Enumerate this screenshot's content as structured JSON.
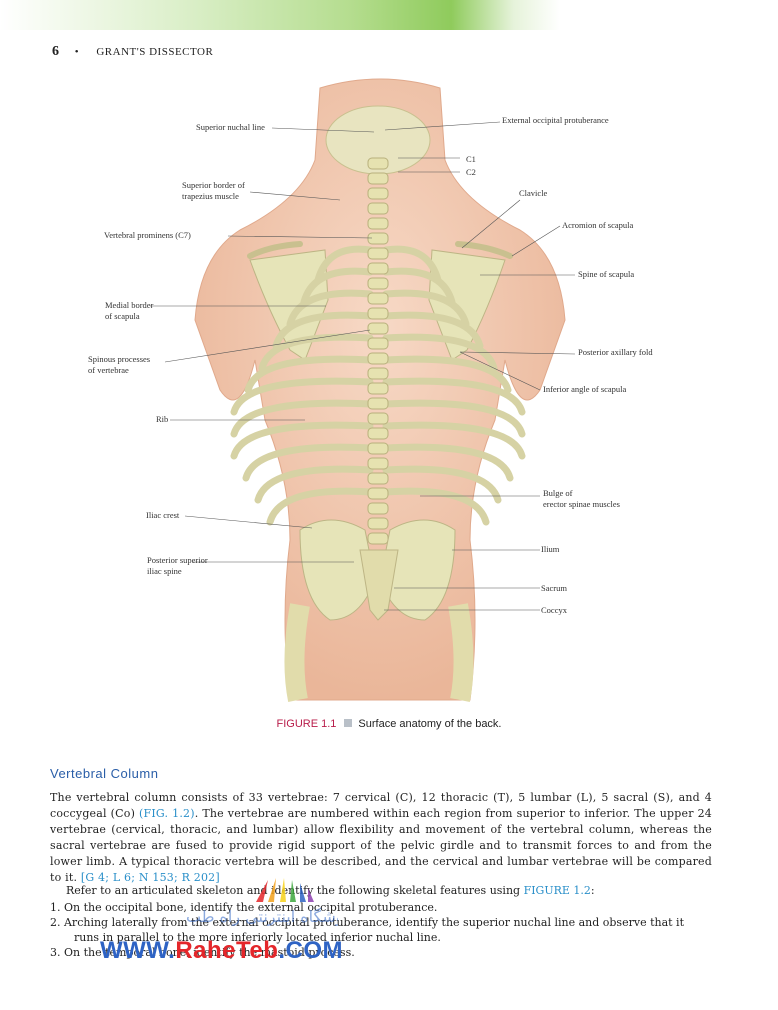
{
  "header": {
    "page_number": "6",
    "separator": "•",
    "running_title": "GRANT'S DISSECTOR"
  },
  "figure": {
    "labels": {
      "superior_nuchal_line": "Superior nuchal line",
      "external_occipital_protuberance": "External occipital protuberance",
      "c1": "C1",
      "c2": "C2",
      "superior_border_trapezius": "Superior border of\ntrapezius muscle",
      "clavicle": "Clavicle",
      "acromion": "Acromion of scapula",
      "vertebral_prominens": "Vertebral prominens (C7)",
      "spine_of_scapula": "Spine of scapula",
      "medial_border_scapula": "Medial border\nof scapula",
      "posterior_axillary_fold": "Posterior axillary fold",
      "spinous_processes": "Spinous processes\nof vertebrae",
      "inferior_angle_scapula": "Inferior angle of scapula",
      "rib": "Rib",
      "erector_spinae_bulge": "Bulge of\nerector spinae muscles",
      "iliac_crest": "Iliac crest",
      "ilium": "Ilium",
      "psis": "Posterior superior\niliac spine",
      "sacrum": "Sacrum",
      "coccyx": "Coccyx"
    },
    "caption": {
      "id": "FIGURE 1.1",
      "text": "Surface anatomy of the back."
    }
  },
  "section": {
    "heading": "Vertebral Column",
    "paragraph": {
      "p1": "The vertebral column consists of 33 vertebrae: 7 cervical (C), 12 thoracic (T), 5 lumbar (L), 5 sacral (S), and 4 coccygeal (Co) ",
      "ref1": "(FIG. 1.2)",
      "p2": ". The vertebrae are numbered within each region from superior to inferior. The upper 24 vertebrae (cervical, thoracic, and lumbar) allow flexibility and movement of the vertebral column, whereas the sacral vertebrae are fused to provide rigid support of the pelvic girdle and to transmit forces to and from the lower limb. A typical thoracic vertebra will be described, and the cervical and lumbar vertebrae will be compared to it. ",
      "ref2": "[G 4; L 6; N 153; R 202]"
    },
    "refer_text": "Refer to an articulated skeleton and identify the following skeletal features using ",
    "refer_ref": "FIGURE 1.2",
    "refer_end": ":",
    "steps": [
      "1.  On the occipital bone, identify the external occipital protuberance.",
      "2.  Arching laterally from the external occipital protuberance, identify the superior nuchal line and observe that it runs in parallel to the more inferiorly located inferior nuchal line.",
      "3.  On the temporal bone, identify the mastoid process."
    ]
  },
  "watermark": {
    "url_prefix": "WWW.",
    "url_brand": "RaheTeb",
    "url_suffix": ".COM",
    "persian_text": "فروشگاه اینترنتی راه طب"
  },
  "colors": {
    "figure_id": "#b81c4a",
    "heading": "#2a5ea8",
    "xref": "#2a8fc9",
    "skin": "#f2c8ae",
    "bone": "#e6e4b8"
  }
}
